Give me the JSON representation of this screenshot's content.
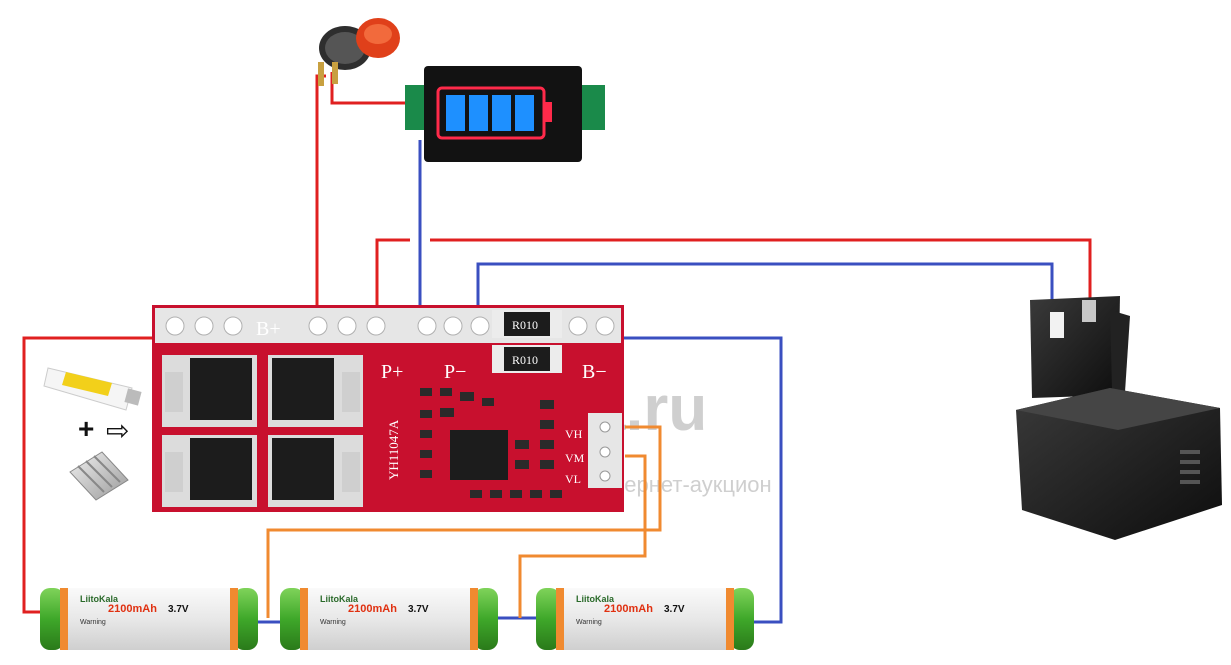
{
  "board": {
    "label_b_plus": "B+",
    "label_p_plus": "P+",
    "label_p_minus": "P−",
    "label_b_minus": "B−",
    "label_vh": "VH",
    "label_vm": "VM",
    "label_vl": "VL",
    "model": "YH11047A",
    "resistor_1": "R010",
    "resistor_2": "R010",
    "color": "#c8102e"
  },
  "cells": [
    {
      "brand": "LiitoKala",
      "capacity": "2100mAh",
      "voltage": "3.7V",
      "warning": "Warning"
    },
    {
      "brand": "LiitoKala",
      "capacity": "2100mAh",
      "voltage": "3.7V",
      "warning": "Warning"
    },
    {
      "brand": "LiitoKala",
      "capacity": "2100mAh",
      "voltage": "3.7V",
      "warning": "Warning"
    }
  ],
  "accessories": {
    "plus_sign": "+",
    "arrow": "⇨"
  },
  "watermark": {
    "line1": "a.ru",
    "line2": "интернет-аукцион"
  },
  "colors": {
    "wire_red": "#e02020",
    "wire_blue": "#3a4fc0",
    "wire_orange": "#f08a30",
    "indicator_blue": "#1e90ff",
    "indicator_red": "#ff2a4a",
    "cell_green": "#43b02a",
    "button_red": "#e0401a"
  }
}
